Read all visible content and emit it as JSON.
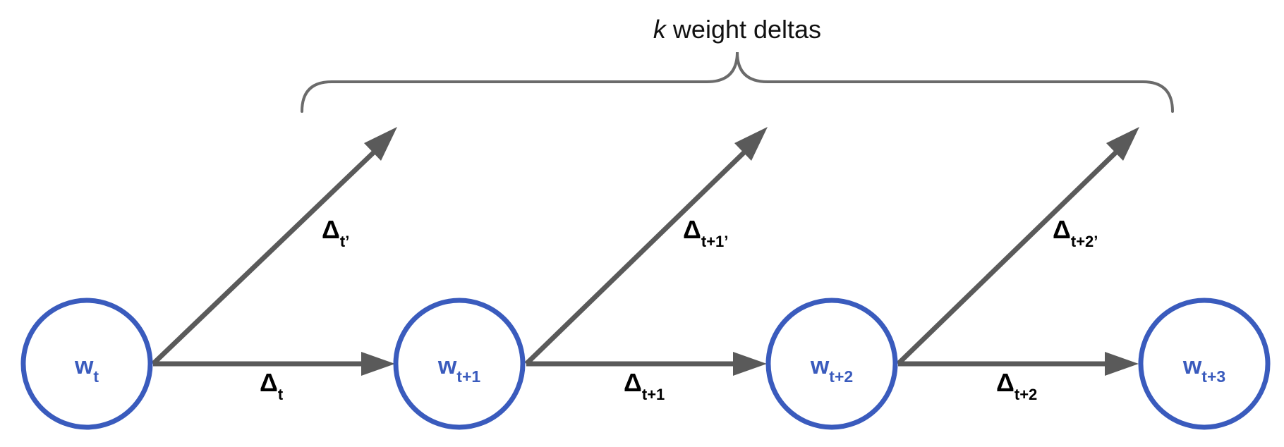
{
  "colors": {
    "node_stroke": "#3a5bbd",
    "node_text": "#3a5bbd",
    "arrow": "#5a5a5a",
    "brace": "#6b6b6b",
    "label_text": "#000000"
  },
  "brace": {
    "label_prefix": "k",
    "label_suffix": " weight deltas"
  },
  "nodes": [
    {
      "base": "w",
      "sub": "t"
    },
    {
      "base": "w",
      "sub": "t+1"
    },
    {
      "base": "w",
      "sub": "t+2"
    },
    {
      "base": "w",
      "sub": "t+3"
    }
  ],
  "horizontal_deltas": [
    {
      "base": "Δ",
      "sub": "t"
    },
    {
      "base": "Δ",
      "sub": "t+1"
    },
    {
      "base": "Δ",
      "sub": "t+2"
    }
  ],
  "diagonal_deltas": [
    {
      "base": "Δ",
      "sub": "t’"
    },
    {
      "base": "Δ",
      "sub": "t+1’"
    },
    {
      "base": "Δ",
      "sub": "t+2’"
    }
  ]
}
